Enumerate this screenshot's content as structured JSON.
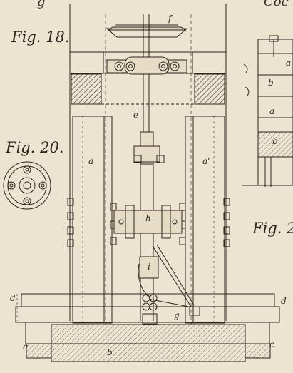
{
  "plate": {
    "top_fragments": [
      "g",
      "Coc"
    ],
    "figures": [
      "Fig. 18.",
      "Fig. 20.",
      "Fig. 2"
    ],
    "letters": {
      "f": "f",
      "e": "e",
      "a_left": "a",
      "a_right": "a'",
      "h": "h",
      "i": "i",
      "g": "g",
      "d_left": "d",
      "d_right": "d",
      "c_left": "c",
      "c_right": "c",
      "b": "b",
      "side_a_top": "a",
      "side_b": "b",
      "side_a_mid": "a",
      "side_b_low": "b"
    }
  },
  "colors": {
    "paper": "#ece3d0",
    "ink": "#2c251d"
  }
}
